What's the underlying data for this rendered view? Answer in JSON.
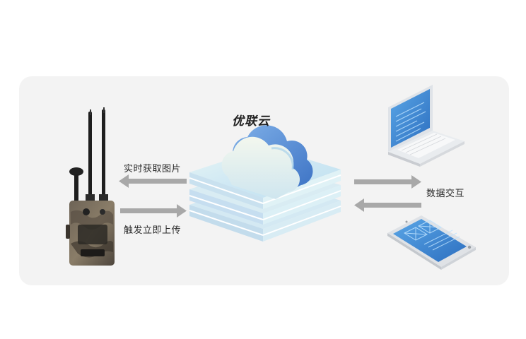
{
  "diagram": {
    "cloud_title": "优联云",
    "arrow_realtime_label": "实时获取图片",
    "arrow_upload_label": "触发立即上传",
    "arrow_exchange_label": "数据交互"
  },
  "colors": {
    "panel_bg": "#f3f3f3",
    "arrow": "#a8a8a8",
    "cloud_blue": "#5b8fd6",
    "platform": "#cfe9f2"
  },
  "icons": [
    "camera-trap-icon",
    "cloud-server-icon",
    "laptop-icon",
    "tablet-icon"
  ]
}
